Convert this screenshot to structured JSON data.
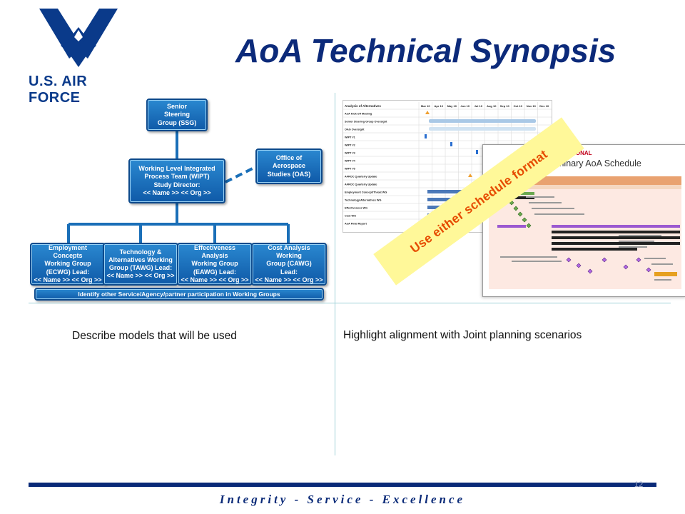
{
  "header": {
    "logo_text": "U.S. AIR FORCE",
    "title": "AoA Technical Synopsis"
  },
  "org_chart": {
    "ssg": "Senior\nSteering\nGroup (SSG)",
    "wipt": "Working Level Integrated\nProcess Team (WIPT)\nStudy Director:\n<< Name >>  << Org >>",
    "oas": "Office of\nAerospace\nStudies (OAS)",
    "working_groups": [
      "Employment Concepts\nWorking Group\n(ECWG) Lead:\n<< Name >>  << Org >>",
      "Technology &\nAlternatives Working\nGroup (TAWG)  Lead:\n<< Name >>  << Org >>",
      "Effectiveness Analysis\nWorking Group\n(EAWG) Lead:\n<< Name >>  << Org >>",
      "Cost Analysis Working\nGroup (CAWG)\nLead:\n<< Name >>  << Org >>"
    ],
    "partner_bar": "Identify other Service/Agency/partner participation in Working Groups"
  },
  "schedule": {
    "stamp": "Use either schedule format",
    "gantt1": {
      "header": "Analysis of Alternatives",
      "months": [
        "Mar 10",
        "Apr 10",
        "May 10",
        "Jun 10",
        "Jul 10",
        "Aug 10",
        "Sep 10",
        "Oct 10",
        "Nov 10",
        "Dec 10"
      ],
      "rows": [
        "AoA Kick-off Meeting",
        "Senior Steering Group Oversight",
        "OAG Oversight",
        "WIPT #1",
        "WIPT #2",
        "WIPT #3",
        "WIPT #4",
        "WIPT #5",
        "AFROC Quarterly Update",
        "AFROC Quarterly Update",
        "Employment Concept/Threat WG",
        "Technology/Alternatives WG",
        "Effectiveness WG",
        "Cost WG",
        "AoA Final Report"
      ]
    },
    "gantt2": {
      "marking": "FOUO—PRE-DECISIONAL",
      "title": "Preliminary AoA Schedule"
    }
  },
  "captions": {
    "models": "Describe models that will be used",
    "alignment": "Highlight alignment with Joint planning scenarios"
  },
  "footer": {
    "page_number": "12",
    "motto": "Integrity - Service - Excellence"
  },
  "colors": {
    "title": "#0c2a7a",
    "box_fill": "#1c74c0",
    "stamp_text": "#e64b00",
    "stamp_fill": "#fff899",
    "footer_bar": "#0a2a78"
  }
}
